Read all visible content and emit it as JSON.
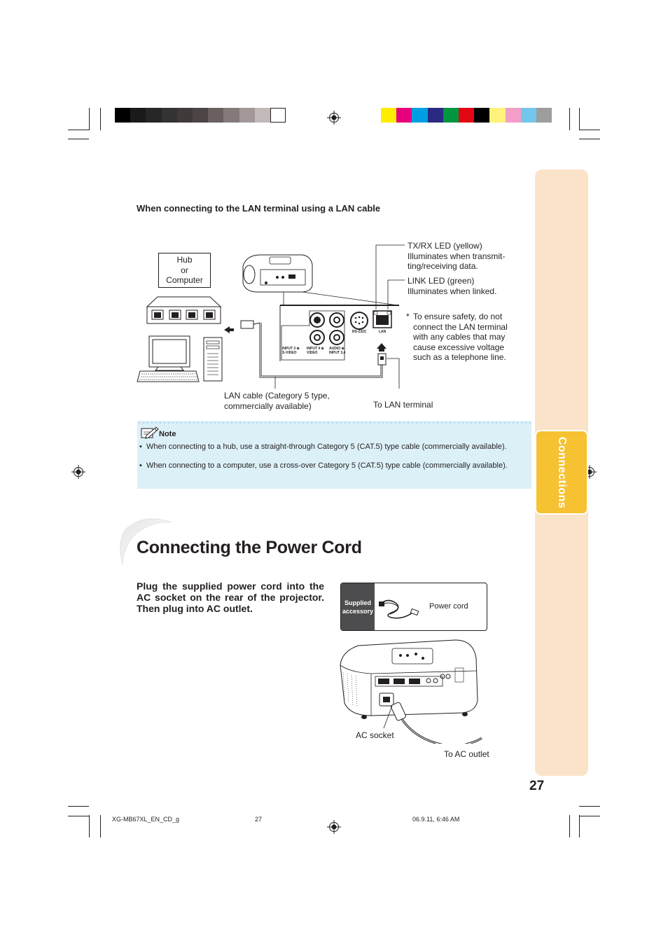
{
  "colors": {
    "side_tab": "#fbe3c9",
    "side_tab_active": "#f6c232",
    "note_bg": "#dcf0f8",
    "text": "#231f20",
    "gray_scale": [
      "#000000",
      "#1a1a1a",
      "#262626",
      "#333333",
      "#403a3a",
      "#4d4545",
      "#6b6060",
      "#857a7a",
      "#a39797",
      "#c3b9b9",
      "#ffffff"
    ],
    "color_bar": [
      "#ffed00",
      "#e6007e",
      "#009fe3",
      "#2b2a83",
      "#009640",
      "#e30613",
      "#000000",
      "#fff27a",
      "#f29ec8",
      "#74c7ec",
      "#9d9d9c"
    ]
  },
  "side_tab": {
    "label": "Connections"
  },
  "lan_section": {
    "heading": "When connecting to the LAN terminal using a LAN cable",
    "hub_label": "Hub\nor\nComputer",
    "txrx_led": "TX/RX LED (yellow)\nIlluminates when transmit-\nting/receiving data.",
    "link_led": "LINK LED (green)\nIlluminates when linked.",
    "safety_star": "*",
    "safety_text": "To ensure safety, do not\nconnect the LAN terminal\nwith any cables that may\ncause excessive voltage\nsuch as a telephone line.",
    "lan_cable": "LAN cable (Category 5 type,\ncommercially available)",
    "to_lan_terminal": "To LAN terminal",
    "panel_labels": {
      "input3": "INPUT 3 ⊕\nS-VIDEO",
      "input4": "INPUT 4 ⊕\nVIDEO",
      "audio": "AUDIO ⊕\nINPUT 3,4",
      "rs232c": "RS-232C",
      "lan": "LAN"
    }
  },
  "note": {
    "title": "Note",
    "icon": "pencil-note-icon",
    "items": [
      "When connecting to a hub, use a straight-through Category 5 (CAT.5) type cable (commercially available).",
      "When connecting to a computer, use a cross-over Category 5 (CAT.5) type cable (commercially available)."
    ]
  },
  "power_section": {
    "title": "Connecting the Power Cord",
    "intro": "Plug the supplied power cord into the AC socket on the rear of the projector. Then plug into AC outlet.",
    "accessory_header": "Supplied\naccessory",
    "accessory_item": "Power cord",
    "ac_socket": "AC socket",
    "to_ac_outlet": "To AC outlet"
  },
  "page_number": "27",
  "footer": {
    "file": "XG-MB67XL_EN_CD_g",
    "page": "27",
    "timestamp": "06.9.11, 6:46 AM"
  }
}
